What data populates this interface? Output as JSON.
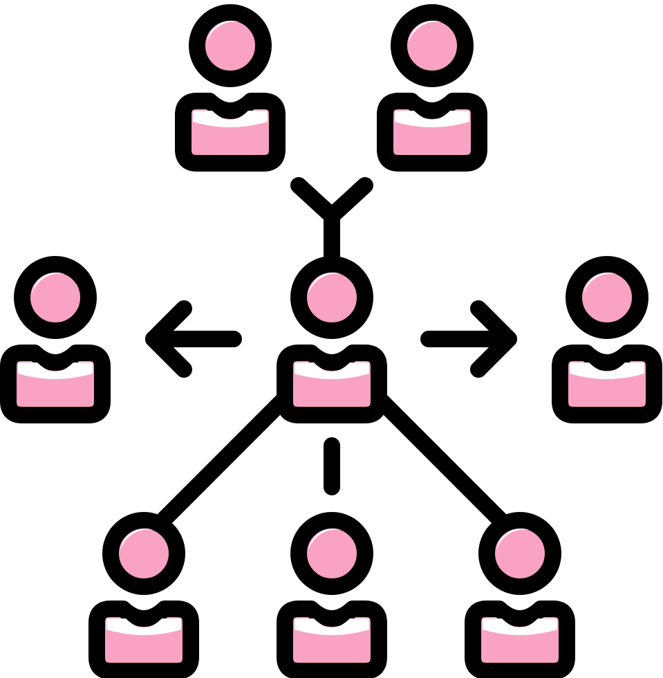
{
  "icon": {
    "name": "people-network-icon",
    "colors": {
      "outline": "#000000",
      "fill": "#f9a2c3",
      "highlight": "#ffffff",
      "background": "#ffffff"
    },
    "people": [
      {
        "id": "top-left"
      },
      {
        "id": "top-right"
      },
      {
        "id": "left"
      },
      {
        "id": "center"
      },
      {
        "id": "right"
      },
      {
        "id": "bottom-left"
      },
      {
        "id": "bottom-middle"
      },
      {
        "id": "bottom-right"
      }
    ],
    "connectors": [
      {
        "id": "merge-top",
        "kind": "y-branch"
      },
      {
        "id": "arrow-left",
        "kind": "arrow"
      },
      {
        "id": "arrow-right",
        "kind": "arrow"
      },
      {
        "id": "link-bottom-left",
        "kind": "line"
      },
      {
        "id": "link-bottom-middle",
        "kind": "line"
      },
      {
        "id": "link-bottom-right",
        "kind": "line"
      }
    ]
  }
}
